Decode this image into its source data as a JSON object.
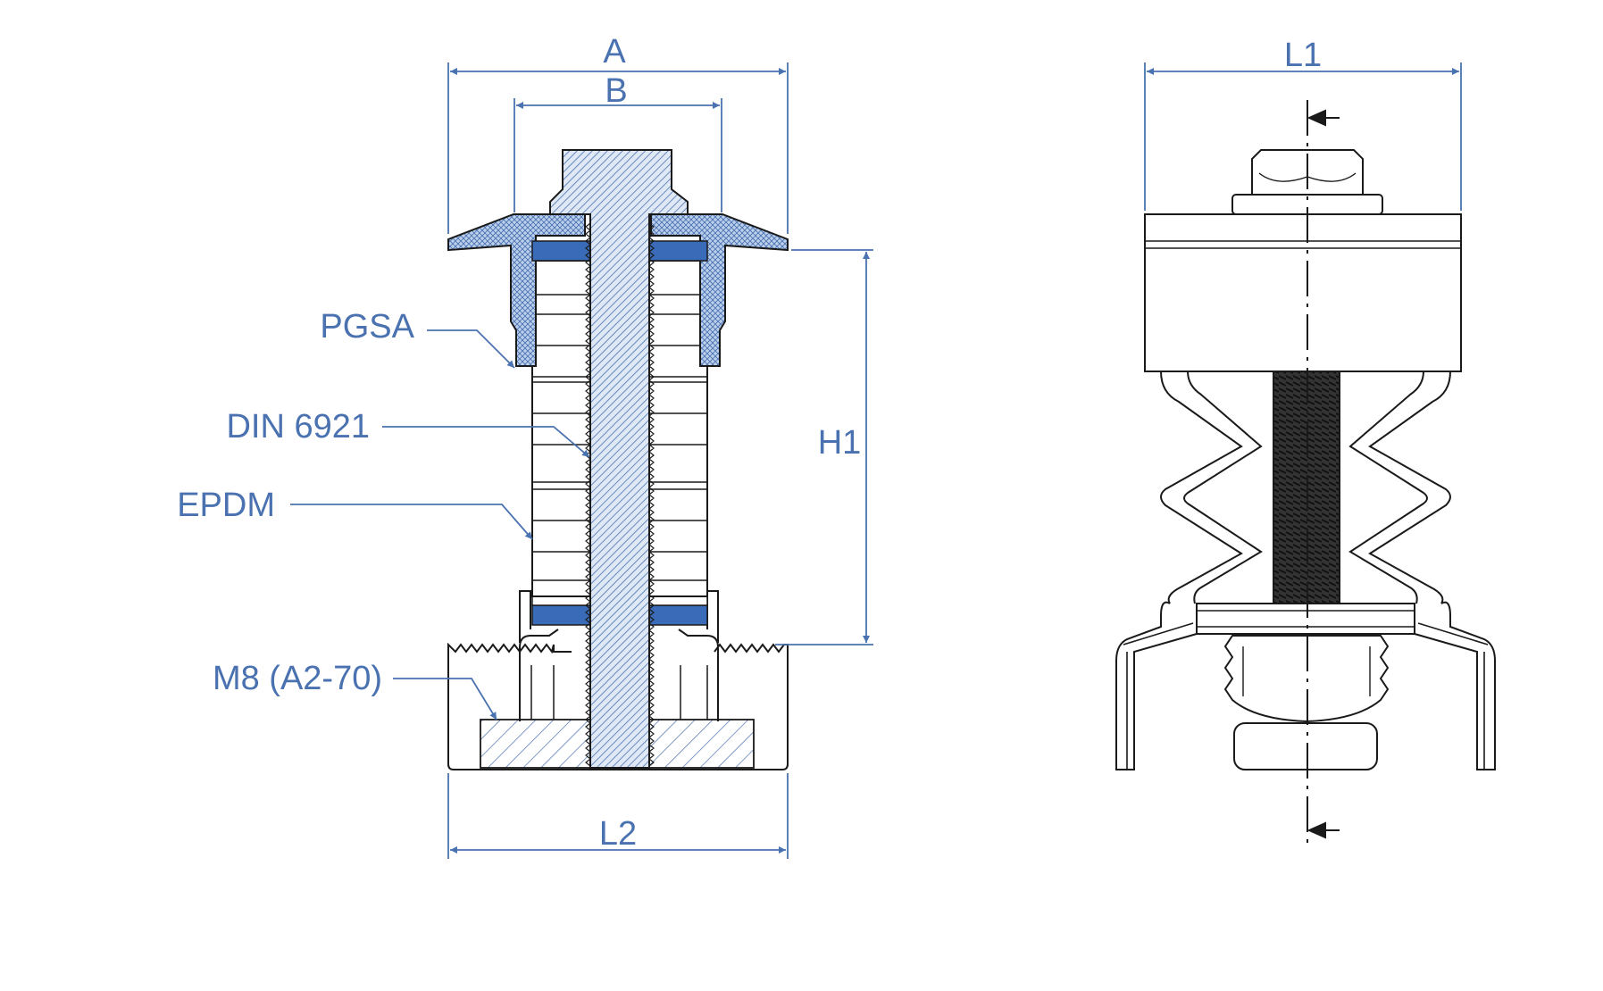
{
  "labels": {
    "dim_A": "A",
    "dim_B": "B",
    "dim_H1": "H1",
    "dim_L2": "L2",
    "dim_L1": "L1",
    "callout_pgsa": "PGSA",
    "callout_din": "DIN 6921",
    "callout_epdm": "EPDM",
    "callout_m8": "M8 (A2-70)"
  },
  "colors": {
    "accent": "#4a72b0",
    "section_fill": "#3a6bb8",
    "light_fill": "#bcd0ec",
    "line": "#1a1a1a"
  }
}
